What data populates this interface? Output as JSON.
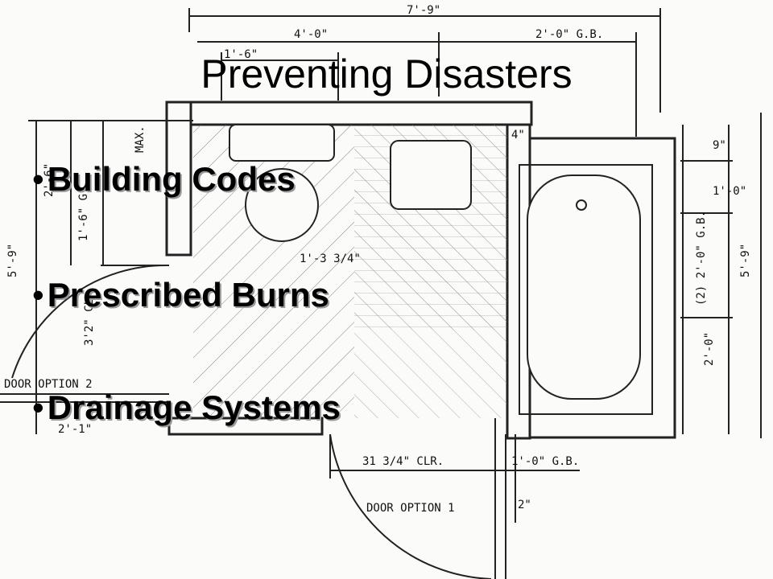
{
  "slide": {
    "title": "Preventing Disasters",
    "bullets": [
      {
        "text": "Building Codes"
      },
      {
        "text": "Prescribed Burns"
      },
      {
        "text": "Drainage Systems"
      }
    ]
  },
  "floor_plan": {
    "dimensions": [
      "7'-9\"",
      "4'-0\"",
      "2'-0\" G.B.",
      "1'-6\"",
      "4\"",
      "9\"",
      "1'-0\"",
      "(2) 2'-0\" G.B.",
      "2'-0\"",
      "5'-9\"",
      "5'-9\"",
      "2'-6\"",
      "1'-6\" G.",
      "MAX.",
      "3'2\" CL",
      "1'-3 3/4\"",
      "31 3/4\" CLR.",
      "1'-0\" G.B.",
      "2\"",
      "2'-1\""
    ],
    "labels": [
      "DOOR OPTION 2",
      "DOOR OPTION 1"
    ]
  }
}
